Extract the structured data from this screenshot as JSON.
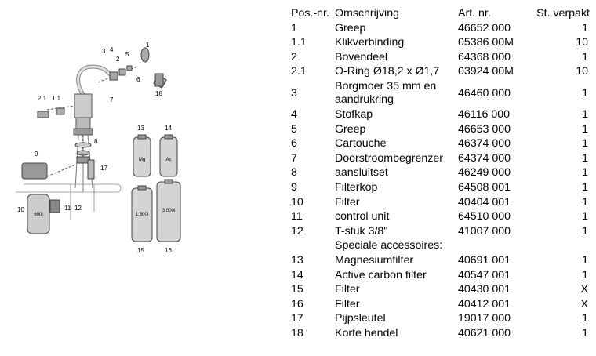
{
  "columns": {
    "pos": "Pos.-nr.",
    "description": "Omschrijving",
    "article": "Art. nr.",
    "quantity": "St. verpakt"
  },
  "parts": [
    {
      "pos": "1",
      "description": "Greep",
      "article": "46652 000",
      "quantity": "1"
    },
    {
      "pos": "1.1",
      "description": "Klikverbinding",
      "article": "05386 00M",
      "quantity": "10"
    },
    {
      "pos": "2",
      "description": "Bovendeel",
      "article": "64368 000",
      "quantity": "1"
    },
    {
      "pos": "2.1",
      "description": "O-Ring Ø18,2 x Ø1,7",
      "article": "03924 00M",
      "quantity": "10"
    },
    {
      "pos": "3",
      "description": "Borgmoer 35 mm en aandrukring",
      "article": "46460 000",
      "quantity": "1"
    },
    {
      "pos": "4",
      "description": "Stofkap",
      "article": "46116 000",
      "quantity": "1"
    },
    {
      "pos": "5",
      "description": "Greep",
      "article": "46653 000",
      "quantity": "1"
    },
    {
      "pos": "6",
      "description": "Cartouche",
      "article": "46374 000",
      "quantity": "1"
    },
    {
      "pos": "7",
      "description": "Doorstroombegrenzer",
      "article": "64374 000",
      "quantity": "1"
    },
    {
      "pos": "8",
      "description": "aansluitset",
      "article": "46249 000",
      "quantity": "1"
    },
    {
      "pos": "9",
      "description": "Filterkop",
      "article": "64508 001",
      "quantity": "1"
    },
    {
      "pos": "10",
      "description": "Filter",
      "article": "40404 001",
      "quantity": "1"
    },
    {
      "pos": "11",
      "description": "control unit",
      "article": "64510 000",
      "quantity": "1"
    },
    {
      "pos": "12",
      "description": "T-stuk 3/8\"",
      "article": "41007 000",
      "quantity": "1"
    }
  ],
  "accessories_heading": "Speciale accessoires:",
  "accessories": [
    {
      "pos": "13",
      "description": "Magnesiumfilter",
      "article": "40691 001",
      "quantity": "1"
    },
    {
      "pos": "14",
      "description": "Active carbon filter",
      "article": "40547 001",
      "quantity": "1"
    },
    {
      "pos": "15",
      "description": "Filter",
      "article": "40430 001",
      "quantity": "X"
    },
    {
      "pos": "16",
      "description": "Filter",
      "article": "40412 001",
      "quantity": "X"
    },
    {
      "pos": "17",
      "description": "Pijpsleutel",
      "article": "19017 000",
      "quantity": "1"
    },
    {
      "pos": "18",
      "description": "Korte hendel",
      "article": "40621 000",
      "quantity": "1"
    }
  ],
  "diagram": {
    "callouts": [
      "1",
      "1.1",
      "2",
      "2.1",
      "3",
      "4",
      "5",
      "6",
      "7",
      "8",
      "9",
      "10",
      "11",
      "12",
      "13",
      "14",
      "15",
      "16",
      "17",
      "18"
    ],
    "filter_labels": {
      "f13": "Mg",
      "f14": "Ac",
      "f10": "600l",
      "f15": "1.500l",
      "f16": "3.000l"
    }
  }
}
